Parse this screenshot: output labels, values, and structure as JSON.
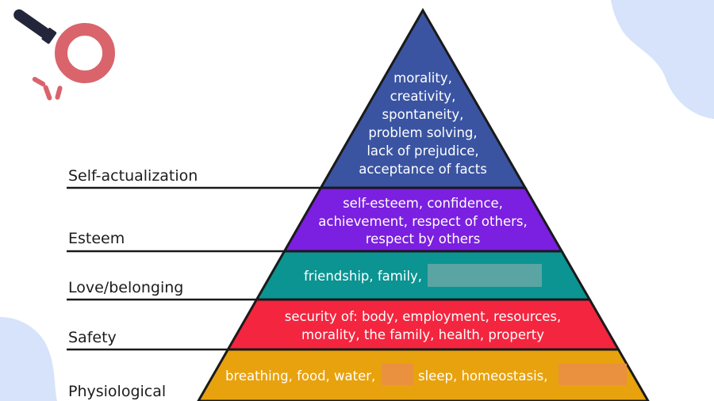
{
  "colors": {
    "background": "#ffffff",
    "outline": "#1a1a1a",
    "text_on_tier": "#ffffff",
    "label_text": "#1c1c1c",
    "blob": "#d6e3fa",
    "icon_ring": "#d9646c",
    "icon_handle": "#23263a"
  },
  "levels": [
    {
      "label": "Self-actualization",
      "color": "#3a54a2",
      "lines": [
        "morality,",
        "creativity,",
        "spontaneity,",
        "problem solving,",
        "lack of prejudice,",
        "acceptance of facts"
      ]
    },
    {
      "label": "Esteem",
      "color": "#7b1fe0",
      "lines": [
        "self-esteem, confidence,",
        "achievement, respect of others,",
        "respect by others"
      ]
    },
    {
      "label": "Love/belonging",
      "color": "#0b9492",
      "lines": [
        "friendship, family,"
      ],
      "redaction_color": "#5aa5a4"
    },
    {
      "label": "Safety",
      "color": "#f4253f",
      "lines": [
        "security of: body, employment, resources,",
        "morality, the family, health, property"
      ]
    },
    {
      "label": "Physiological",
      "color": "#e8a20e",
      "lines": [
        "breathing, food, water,",
        "sleep, homeostasis,"
      ],
      "redaction_color": "#e9913e"
    }
  ]
}
